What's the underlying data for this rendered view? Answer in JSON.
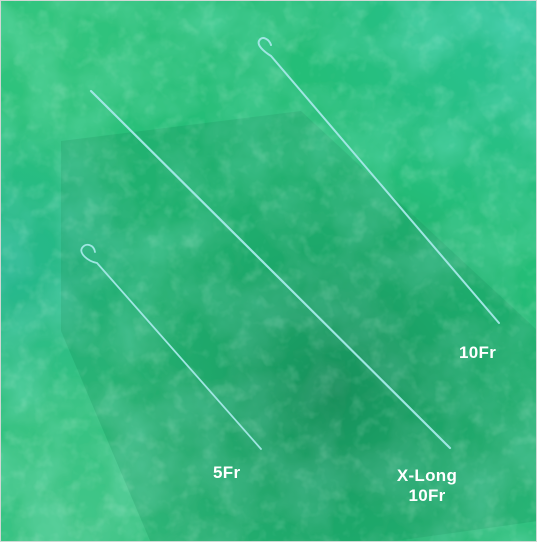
{
  "labels": {
    "right_catheter": "10Fr",
    "left_catheter": "5Fr",
    "middle_catheter_line1": "X-Long",
    "middle_catheter_line2": "10Fr"
  },
  "colors": {
    "background_primary": "#2fd98a",
    "background_teal": "#35d6c0",
    "background_dark": "#0f7a52",
    "catheter_line": "#9fe6e2",
    "label_text": "#ffffff"
  }
}
